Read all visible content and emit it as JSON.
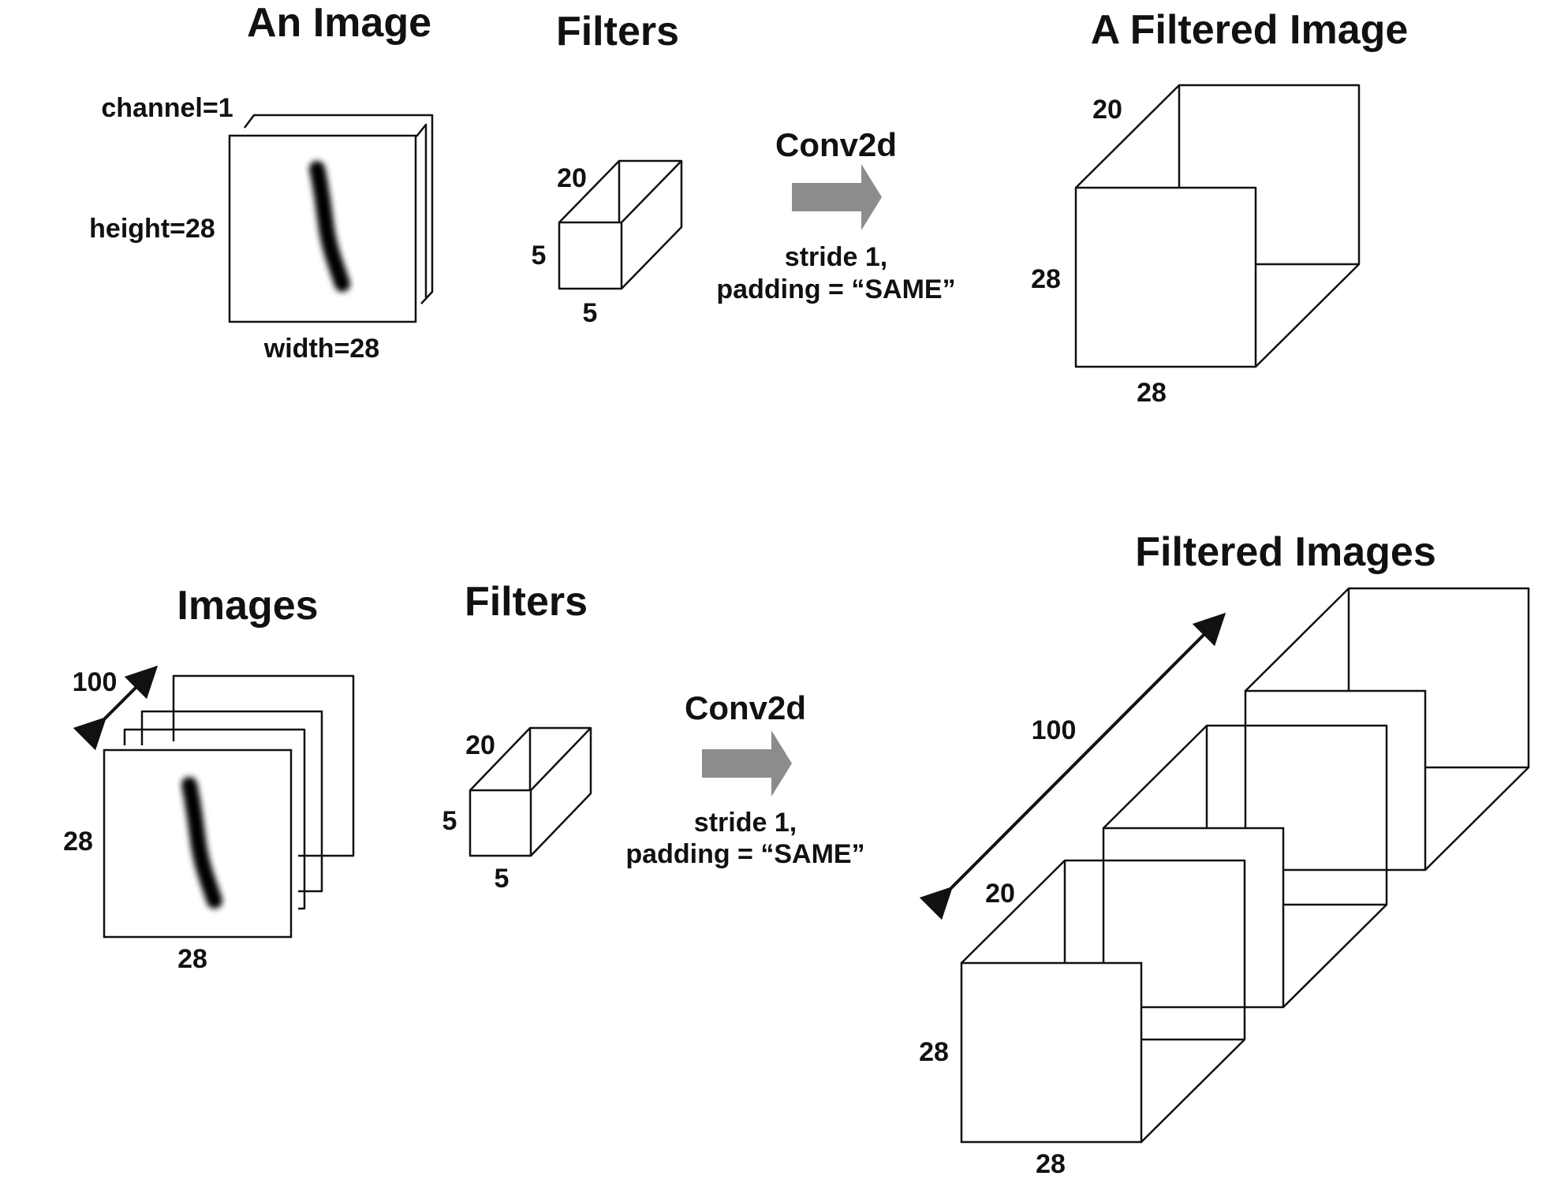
{
  "colors": {
    "ink": "#111111",
    "arrow_gray": "#8c8c8c",
    "background": "#ffffff"
  },
  "top": {
    "image_title": "An Image",
    "filters_title": "Filters",
    "output_title": "A Filtered Image",
    "channel_label": "channel=1",
    "height_label": "height=28",
    "width_label": "width=28",
    "filter_depth": "20",
    "filter_height": "5",
    "filter_width": "5",
    "operation": "Conv2d",
    "stride": "stride 1,",
    "padding": "padding = “SAME”",
    "out_depth": "20",
    "out_height": "28",
    "out_width": "28"
  },
  "bottom": {
    "images_title": "Images",
    "filters_title": "Filters",
    "output_title": "Filtered Images",
    "batch_label": "100",
    "height_label": "28",
    "width_label": "28",
    "filter_depth": "20",
    "filter_height": "5",
    "filter_width": "5",
    "operation": "Conv2d",
    "stride": "stride 1,",
    "padding": "padding = “SAME”",
    "out_batch": "100",
    "out_depth": "20",
    "out_height": "28",
    "out_width": "28"
  }
}
